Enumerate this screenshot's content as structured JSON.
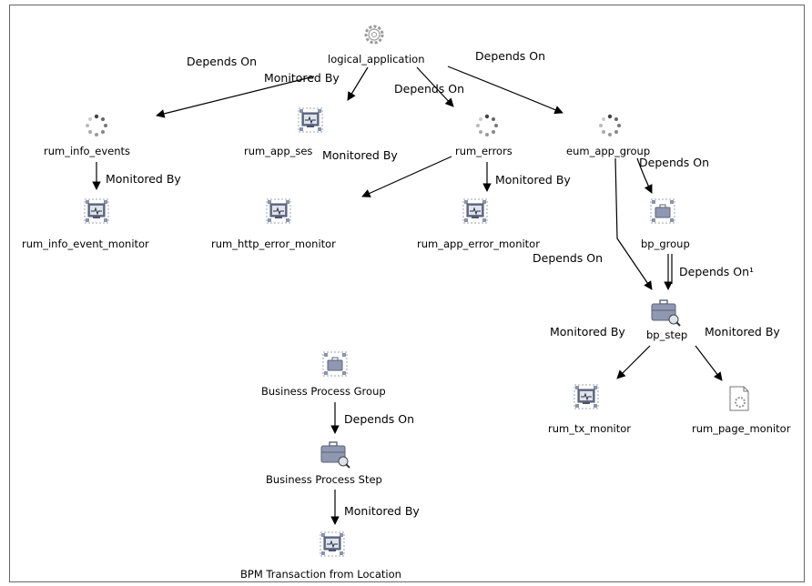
{
  "nodes": {
    "logical_application": {
      "label": "logical_application",
      "icon": "gear-icon"
    },
    "rum_info_events": {
      "label": "rum_info_events",
      "icon": "spinner-group-icon"
    },
    "rum_app_ses": {
      "label": "rum_app_ses",
      "icon": "monitor-icon"
    },
    "rum_errors": {
      "label": "rum_errors",
      "icon": "spinner-group-icon"
    },
    "eum_app_group": {
      "label": "eum_app_group",
      "icon": "spinner-group-icon"
    },
    "rum_info_event_monitor": {
      "label": "rum_info_event_monitor",
      "icon": "monitor-icon"
    },
    "rum_http_error_monitor": {
      "label": "rum_http_error_monitor",
      "icon": "monitor-icon"
    },
    "rum_app_error_monitor": {
      "label": "rum_app_error_monitor",
      "icon": "monitor-icon"
    },
    "bp_group": {
      "label": "bp_group",
      "icon": "briefcase-icon"
    },
    "bp_step": {
      "label": "bp_step",
      "icon": "briefcase-step-icon"
    },
    "rum_tx_monitor": {
      "label": "rum_tx_monitor",
      "icon": "monitor-icon"
    },
    "rum_page_monitor": {
      "label": "rum_page_monitor",
      "icon": "page-monitor-icon"
    },
    "business_process_group": {
      "label": "Business Process Group",
      "icon": "briefcase-icon"
    },
    "business_process_step": {
      "label": "Business Process Step",
      "icon": "briefcase-step-icon"
    },
    "bpm_transaction": {
      "label": "BPM Transaction from Location",
      "icon": "monitor-icon"
    }
  },
  "edge_labels": {
    "depends_on": "Depends On",
    "monitored_by": "Monitored By",
    "depends_on_marked": "Depends On¹"
  },
  "colors": {
    "line": "#000000",
    "icon_fill": "#9aa3b8",
    "icon_dark": "#5a637a",
    "frame": "#666666"
  }
}
